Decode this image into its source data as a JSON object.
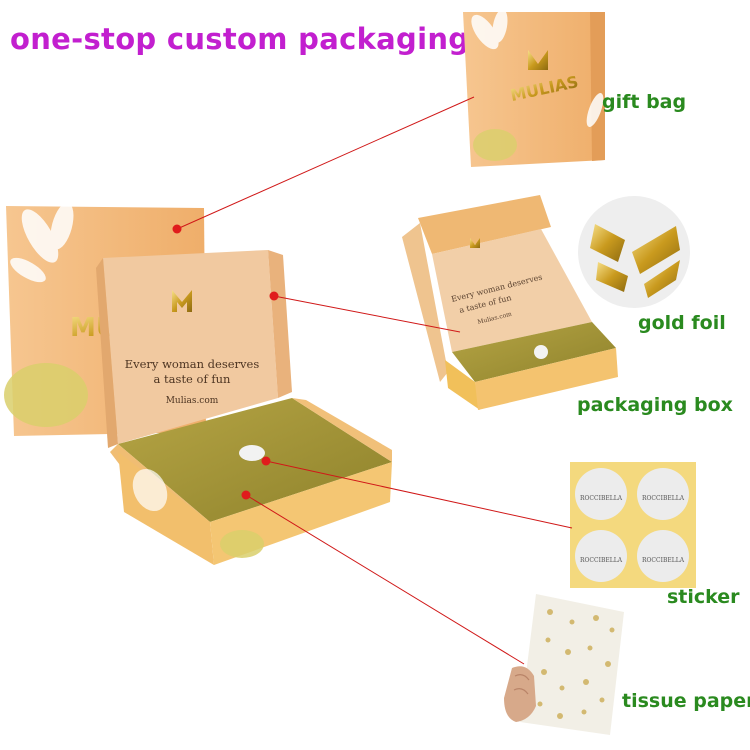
{
  "headline": "one-stop custom packaging",
  "labels": {
    "gift_bag": "gift bag",
    "gold_foil": "gold foil",
    "packaging_box": "packaging box",
    "sticker": "sticker",
    "tissue_paper": "tissue paper"
  },
  "brand": {
    "logo_text": "MULIAS",
    "box_slogan_line1": "Every woman deserves",
    "box_slogan_line2": "a taste of fun",
    "box_website": "Mulias.com",
    "sticker_text": "ROCCIBELLA"
  },
  "colors": {
    "headline": "#c21fcf",
    "label": "#2a8a1f",
    "pointer_line": "#d01818",
    "bag_orange": "#f3b878",
    "box_inner": "#f1c9a0",
    "tissue_olive": "#a89a38",
    "gold": "#c99a1e"
  }
}
